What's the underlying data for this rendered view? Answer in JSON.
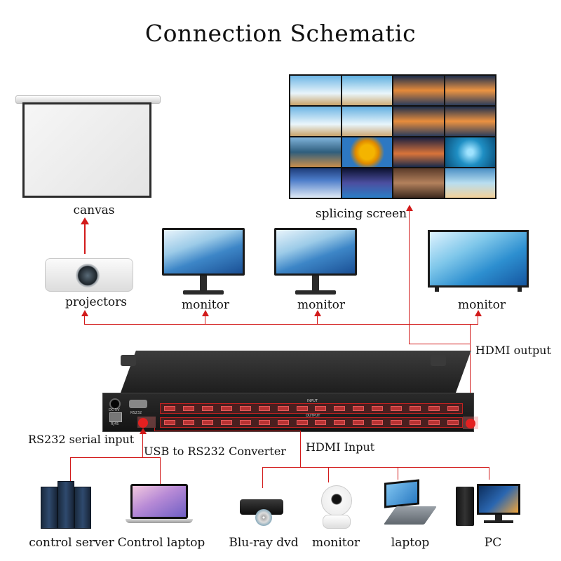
{
  "title": "Connection Schematic",
  "labels": {
    "canvas": "canvas",
    "splicing_screen": "splicing screen",
    "projectors": "projectors",
    "monitor_1": "monitor",
    "monitor_2": "monitor",
    "monitor_3": "monitor",
    "hdmi_output": "HDMI output",
    "rs232_serial_input": "RS232 serial input",
    "usb_to_rs232": "USB to RS232 Converter",
    "hdmi_input": "HDMI Input",
    "control_server": "control server",
    "control_laptop": "Control laptop",
    "bluray": "Blu-ray dvd",
    "monitor_4": "monitor",
    "laptop": "laptop",
    "pc": "PC"
  },
  "device_labels": {
    "input": "INPUT",
    "output": "OUTPUT",
    "dc": "DC 5V",
    "rj45": "RJ45",
    "rs232": "RS232",
    "port_count": 16
  },
  "colors": {
    "wire": "#d21a1a",
    "port": "#b83232",
    "background": "#ffffff"
  },
  "icons": [
    "projection-screen-icon",
    "video-wall-icon",
    "projector-icon",
    "monitor-icon",
    "tv-icon",
    "matrix-switcher-icon",
    "server-rack-icon",
    "laptop-icon",
    "bluray-player-icon",
    "security-camera-icon",
    "desktop-pc-icon"
  ]
}
